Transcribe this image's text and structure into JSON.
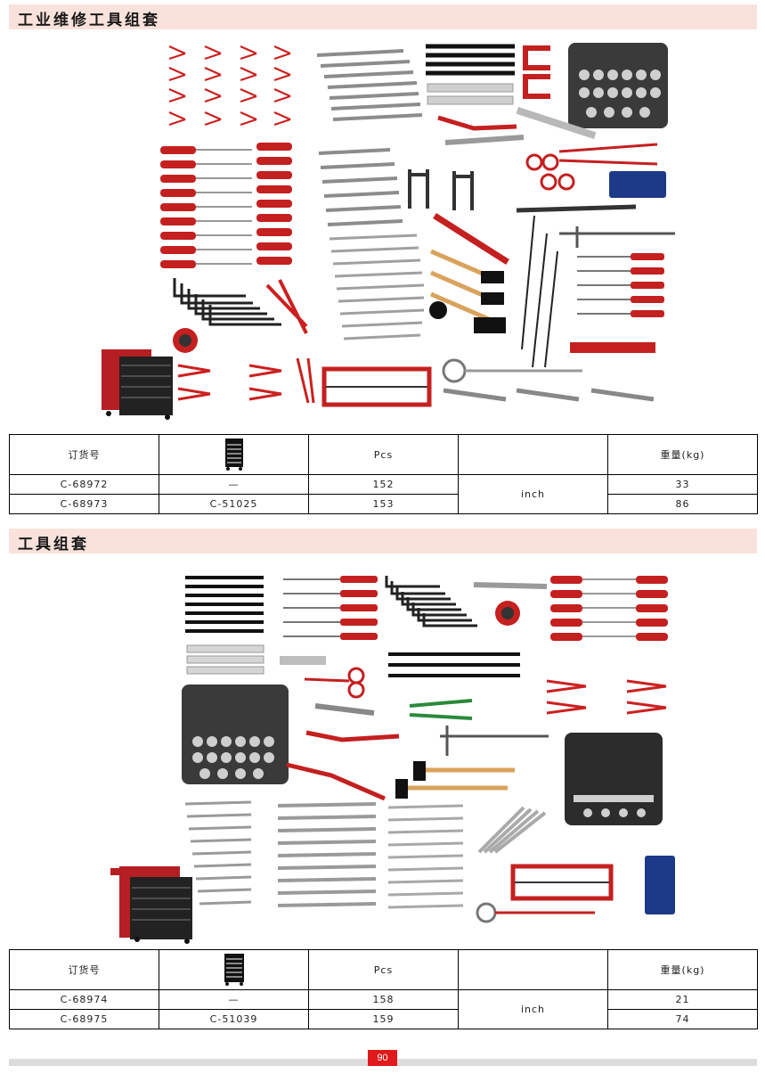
{
  "section1": {
    "title": "工业维修工具组套",
    "table": {
      "headers": [
        "订货号",
        "",
        "Pcs",
        "",
        "重量(kg)"
      ],
      "unit": "inch",
      "rows": [
        {
          "order_no": "C-68972",
          "cabinet": "—",
          "pcs": "152",
          "weight": "33"
        },
        {
          "order_no": "C-68973",
          "cabinet": "C-51025",
          "pcs": "153",
          "weight": "86"
        }
      ]
    }
  },
  "section2": {
    "title": "工具组套",
    "table": {
      "headers": [
        "订货号",
        "",
        "Pcs",
        "",
        "重量(kg)"
      ],
      "unit": "inch",
      "rows": [
        {
          "order_no": "C-68974",
          "cabinet": "—",
          "pcs": "158",
          "weight": "21"
        },
        {
          "order_no": "C-68975",
          "cabinet": "C-51039",
          "pcs": "159",
          "weight": "74"
        }
      ]
    }
  },
  "footer": {
    "page_number": "90"
  },
  "colors": {
    "header_bg": "#f9e2db",
    "accent_red": "#e0191b",
    "cabinet_red": "#b51f24"
  }
}
